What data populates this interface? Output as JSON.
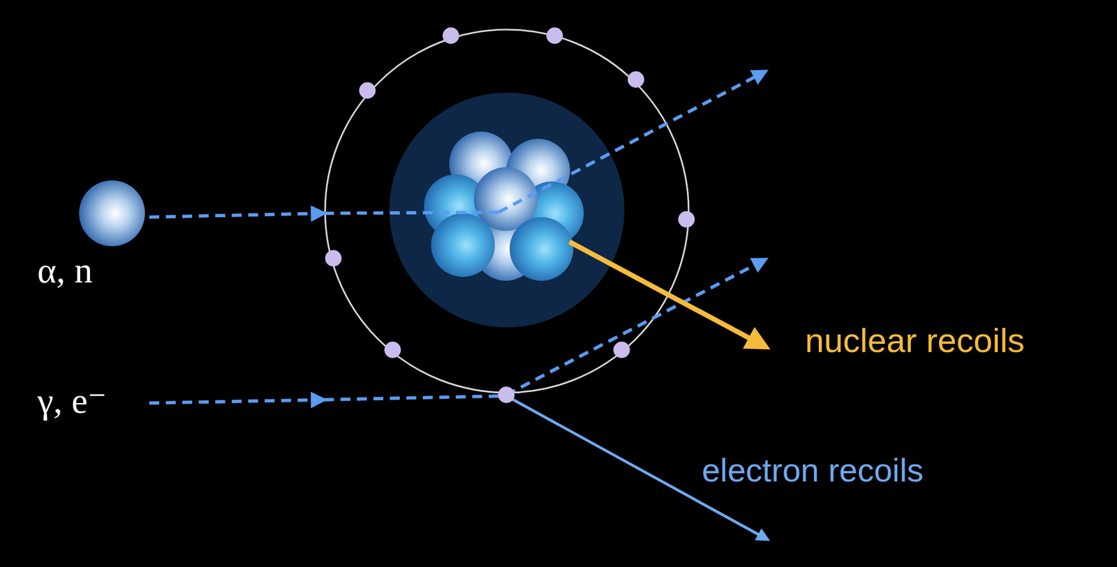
{
  "diagram": {
    "labels": [
      "α, n",
      "γ, e⁻",
      "nuclear recoils",
      "electron recoils"
    ]
  }
}
